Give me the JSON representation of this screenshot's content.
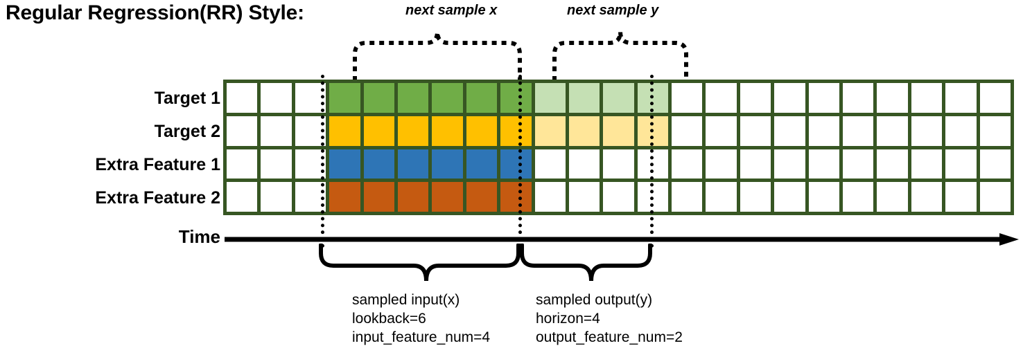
{
  "title": "Regular Regression(RR) Style:",
  "colors": {
    "grid_border": "#375623",
    "target1": "#70ad47",
    "target1_light": "#c5e0b4",
    "target2": "#ffc000",
    "target2_light": "#ffe699",
    "extra1": "#2e75b6",
    "extra2": "#c55a11",
    "empty": "#ffffff",
    "ink": "#000000"
  },
  "top_annotations": {
    "next_sample_x": "next sample x",
    "next_sample_y": "next sample y"
  },
  "axis": {
    "time_label": "Time"
  },
  "grid": {
    "columns": 23,
    "rows": [
      {
        "label": "Target 1",
        "cells": [
          "empty",
          "empty",
          "empty",
          "target1",
          "target1",
          "target1",
          "target1",
          "target1",
          "target1",
          "target1_light",
          "target1_light",
          "target1_light",
          "target1_light",
          "empty",
          "empty",
          "empty",
          "empty",
          "empty",
          "empty",
          "empty",
          "empty",
          "empty",
          "empty"
        ]
      },
      {
        "label": "Target 2",
        "cells": [
          "empty",
          "empty",
          "empty",
          "target2",
          "target2",
          "target2",
          "target2",
          "target2",
          "target2",
          "target2_light",
          "target2_light",
          "target2_light",
          "target2_light",
          "empty",
          "empty",
          "empty",
          "empty",
          "empty",
          "empty",
          "empty",
          "empty",
          "empty",
          "empty"
        ]
      },
      {
        "label": "Extra Feature 1",
        "cells": [
          "empty",
          "empty",
          "empty",
          "extra1",
          "extra1",
          "extra1",
          "extra1",
          "extra1",
          "extra1",
          "empty",
          "empty",
          "empty",
          "empty",
          "empty",
          "empty",
          "empty",
          "empty",
          "empty",
          "empty",
          "empty",
          "empty",
          "empty",
          "empty"
        ]
      },
      {
        "label": "Extra Feature 2",
        "cells": [
          "empty",
          "empty",
          "empty",
          "extra2",
          "extra2",
          "extra2",
          "extra2",
          "extra2",
          "extra2",
          "empty",
          "empty",
          "empty",
          "empty",
          "empty",
          "empty",
          "empty",
          "empty",
          "empty",
          "empty",
          "empty",
          "empty",
          "empty",
          "empty"
        ]
      }
    ]
  },
  "bottom_captions": {
    "input": {
      "line1": "sampled input(x)",
      "line2": "lookback=6",
      "line3": "input_feature_num=4"
    },
    "output": {
      "line1": "sampled output(y)",
      "line2": "horizon=4",
      "line3": "output_feature_num=2"
    }
  }
}
